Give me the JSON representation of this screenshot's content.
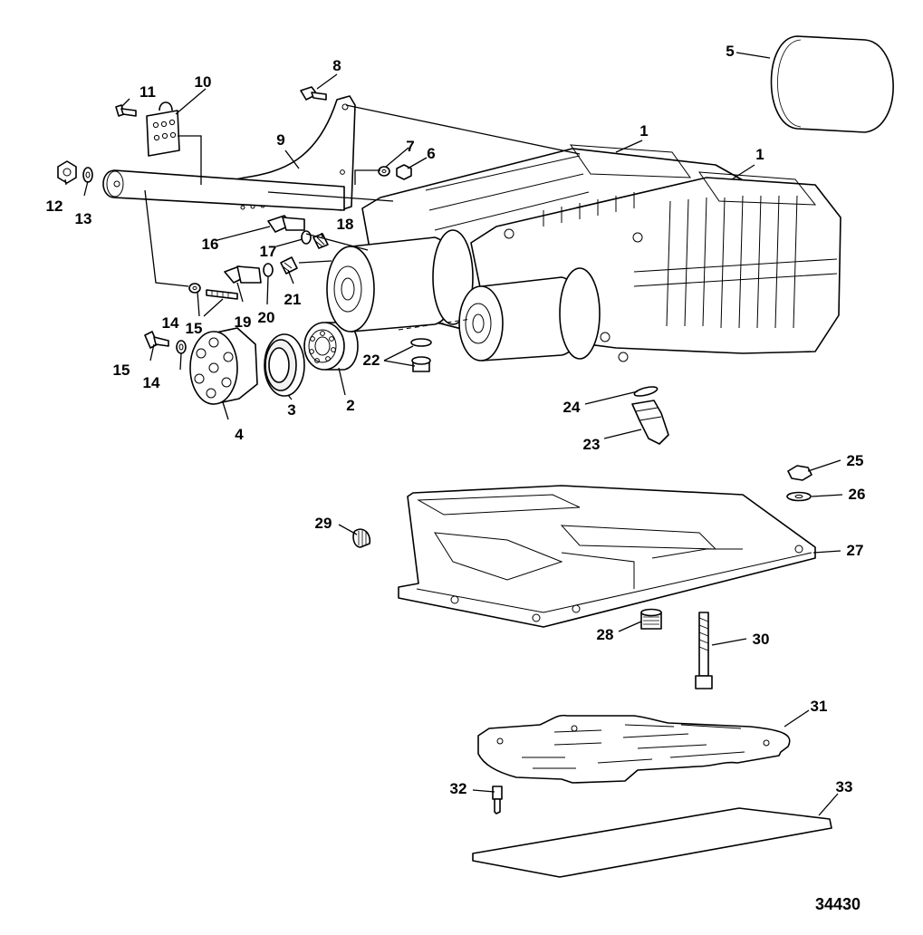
{
  "figure_id": "34430",
  "callouts": [
    {
      "id": "c1a",
      "label": "1"
    },
    {
      "id": "c1b",
      "label": "1"
    },
    {
      "id": "c2",
      "label": "2"
    },
    {
      "id": "c3",
      "label": "3"
    },
    {
      "id": "c4",
      "label": "4"
    },
    {
      "id": "c5",
      "label": "5"
    },
    {
      "id": "c6",
      "label": "6"
    },
    {
      "id": "c7",
      "label": "7"
    },
    {
      "id": "c8",
      "label": "8"
    },
    {
      "id": "c9",
      "label": "9"
    },
    {
      "id": "c10",
      "label": "10"
    },
    {
      "id": "c11",
      "label": "11"
    },
    {
      "id": "c12",
      "label": "12"
    },
    {
      "id": "c13",
      "label": "13"
    },
    {
      "id": "c14a",
      "label": "14"
    },
    {
      "id": "c14b",
      "label": "14"
    },
    {
      "id": "c15a",
      "label": "15"
    },
    {
      "id": "c15b",
      "label": "15"
    },
    {
      "id": "c16",
      "label": "16"
    },
    {
      "id": "c17",
      "label": "17"
    },
    {
      "id": "c18",
      "label": "18"
    },
    {
      "id": "c19",
      "label": "19"
    },
    {
      "id": "c20",
      "label": "20"
    },
    {
      "id": "c21",
      "label": "21"
    },
    {
      "id": "c22",
      "label": "22"
    },
    {
      "id": "c23",
      "label": "23"
    },
    {
      "id": "c24",
      "label": "24"
    },
    {
      "id": "c25",
      "label": "25"
    },
    {
      "id": "c26",
      "label": "26"
    },
    {
      "id": "c27",
      "label": "27"
    },
    {
      "id": "c28",
      "label": "28"
    },
    {
      "id": "c29",
      "label": "29"
    },
    {
      "id": "c30",
      "label": "30"
    },
    {
      "id": "c31",
      "label": "31"
    },
    {
      "id": "c32",
      "label": "32"
    },
    {
      "id": "c33",
      "label": "33"
    }
  ]
}
